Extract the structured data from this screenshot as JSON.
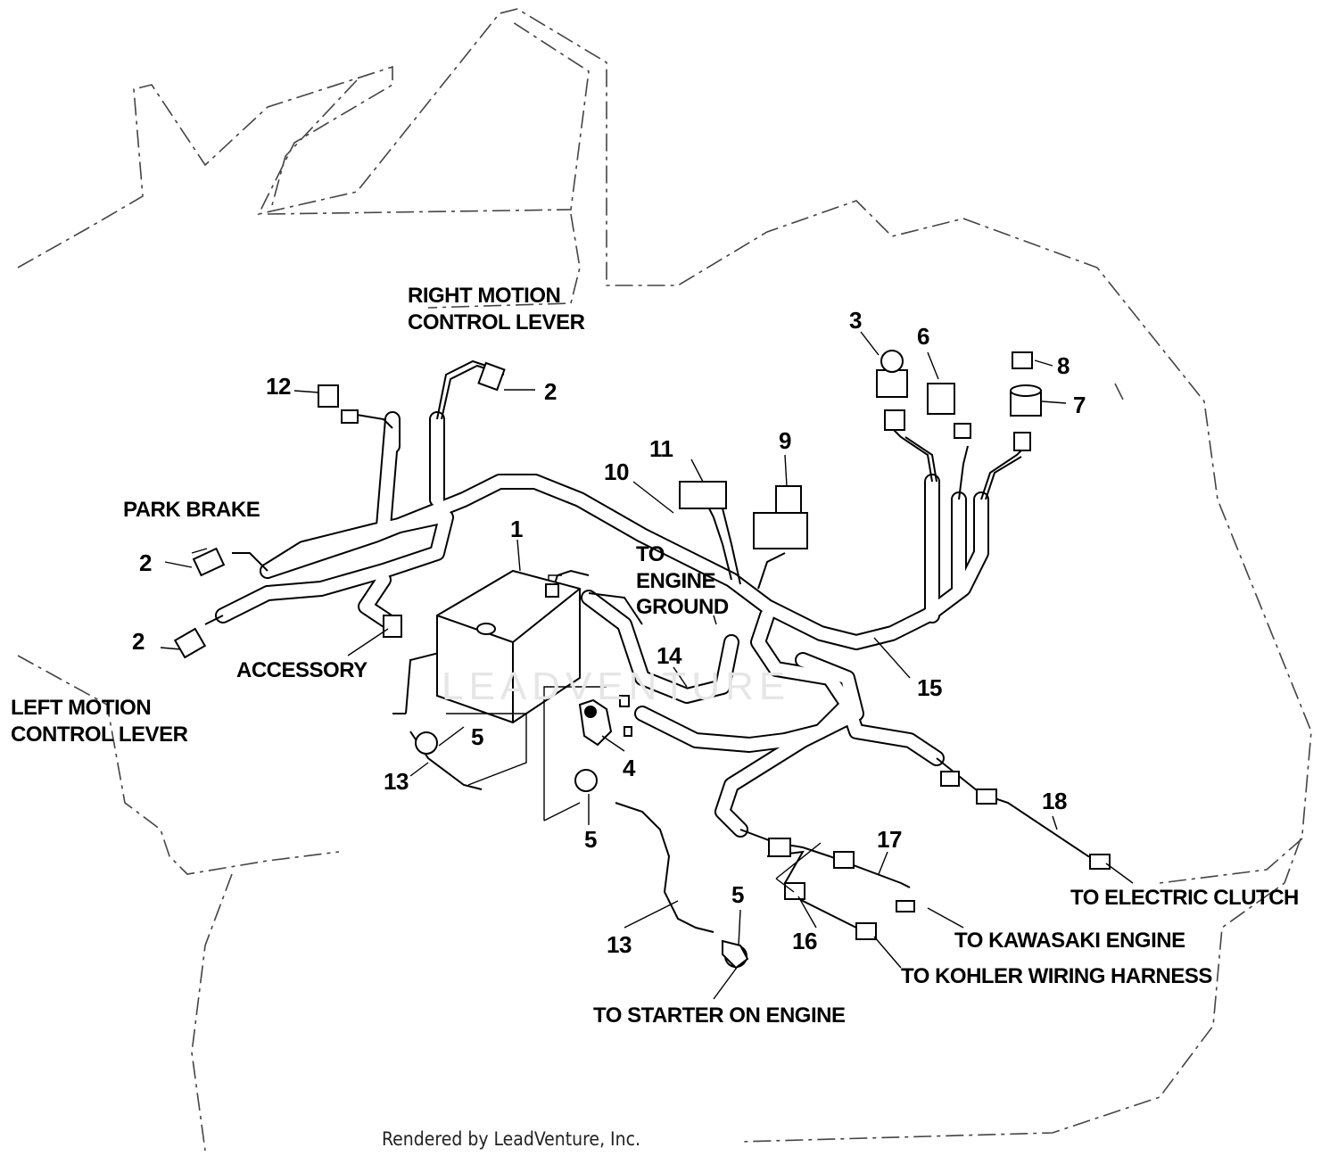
{
  "labels": {
    "right_motion": "RIGHT MOTION",
    "control_lever_right": "CONTROL LEVER",
    "park_brake": "PARK BRAKE",
    "accessory": "ACCESSORY",
    "left_motion": "LEFT MOTION",
    "control_lever_left": "CONTROL LEVER",
    "to": "TO",
    "engine": "ENGINE",
    "ground": "GROUND",
    "to_electric_clutch": "TO ELECTRIC CLUTCH",
    "to_kawasaki_engine": "TO KAWASAKI ENGINE",
    "to_kohler_wiring_harness": "TO KOHLER WIRING HARNESS",
    "to_starter_on_engine": "TO STARTER ON ENGINE"
  },
  "callouts": {
    "c1": "1",
    "c2a": "2",
    "c2b": "2",
    "c2c": "2",
    "c3": "3",
    "c4": "4",
    "c5a": "5",
    "c5b": "5",
    "c5c": "5",
    "c6": "6",
    "c7": "7",
    "c8": "8",
    "c9": "9",
    "c10": "10",
    "c11": "11",
    "c12": "12",
    "c13a": "13",
    "c13b": "13",
    "c14": "14",
    "c15": "15",
    "c16": "16",
    "c17": "17",
    "c18": "18"
  },
  "watermark": "LEADVENTURE",
  "credit": "Rendered by LeadVenture, Inc."
}
